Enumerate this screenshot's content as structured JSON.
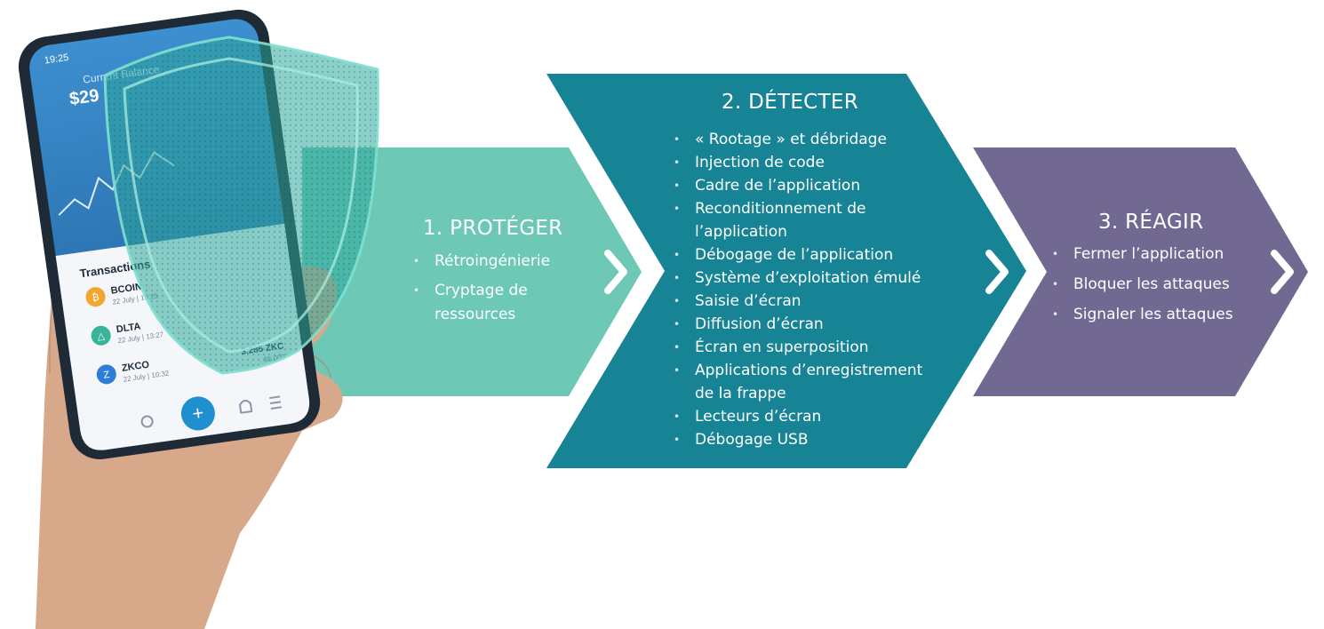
{
  "colors": {
    "protect": "#6ec8b6",
    "detect": "#178496",
    "react": "#716992",
    "shield": "#2ea89a",
    "phone_screen": "#2f7bb7",
    "phone_body": "#1f2a37",
    "skin": "#d7a88a",
    "add_button": "#1f8fd0"
  },
  "stages": [
    {
      "title": "1. PROTÉGER",
      "items": [
        "Rétroingénierie",
        "Cryptage de ressources"
      ]
    },
    {
      "title": "2. DÉTECTER",
      "items": [
        "« Rootage » et débridage",
        "Injection de code",
        "Cadre de l’application",
        "Reconditionnement de l’application",
        "Débogage de l’application",
        "Système d’exploitation émulé",
        "Saisie d’écran",
        "Diffusion d’écran",
        "Écran en superposition",
        "Applications d’enregistrement de la frappe",
        "Lecteurs d’écran",
        "Débogage USB"
      ]
    },
    {
      "title": "3. RÉAGIR",
      "items": [
        "Fermer l’application",
        "Bloquer les attaques",
        "Signaler les attaques"
      ]
    }
  ],
  "phone": {
    "time": "19:25",
    "balance_label": "Current Balance",
    "balance": "$29",
    "transactions_title": "Transactions",
    "coins": [
      {
        "name": "BCOIN",
        "date": "22 July | 15:25",
        "symbol": "₿",
        "color": "#f2a531"
      },
      {
        "name": "DLTA",
        "date": "22 July | 13:27",
        "symbol": "△",
        "color": "#38b49a"
      },
      {
        "name": "ZKCO",
        "date": "22 July | 10:32",
        "symbol": "Z",
        "color": "#2e7ed8",
        "amount": "3.285 ZKC",
        "amount_sub": "$5,000"
      }
    ],
    "add_symbol": "+"
  },
  "icons": [
    "chevron-right-icon",
    "shield-icon",
    "search-icon",
    "bell-icon",
    "menu-icon",
    "add-icon"
  ]
}
